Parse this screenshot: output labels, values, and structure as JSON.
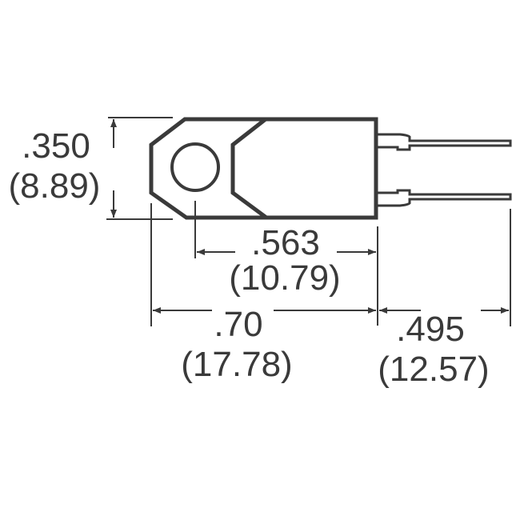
{
  "dimensions": {
    "height": {
      "inch": ".350",
      "mm": "(8.89)"
    },
    "hole_to_end": {
      "inch": ".563",
      "mm": "(10.79)"
    },
    "body_length": {
      "inch": ".70",
      "mm": "(17.78)"
    },
    "lead_length": {
      "inch": ".495",
      "mm": "(12.57)"
    }
  },
  "colors": {
    "line": "#3a3a3a",
    "background": "#ffffff"
  }
}
